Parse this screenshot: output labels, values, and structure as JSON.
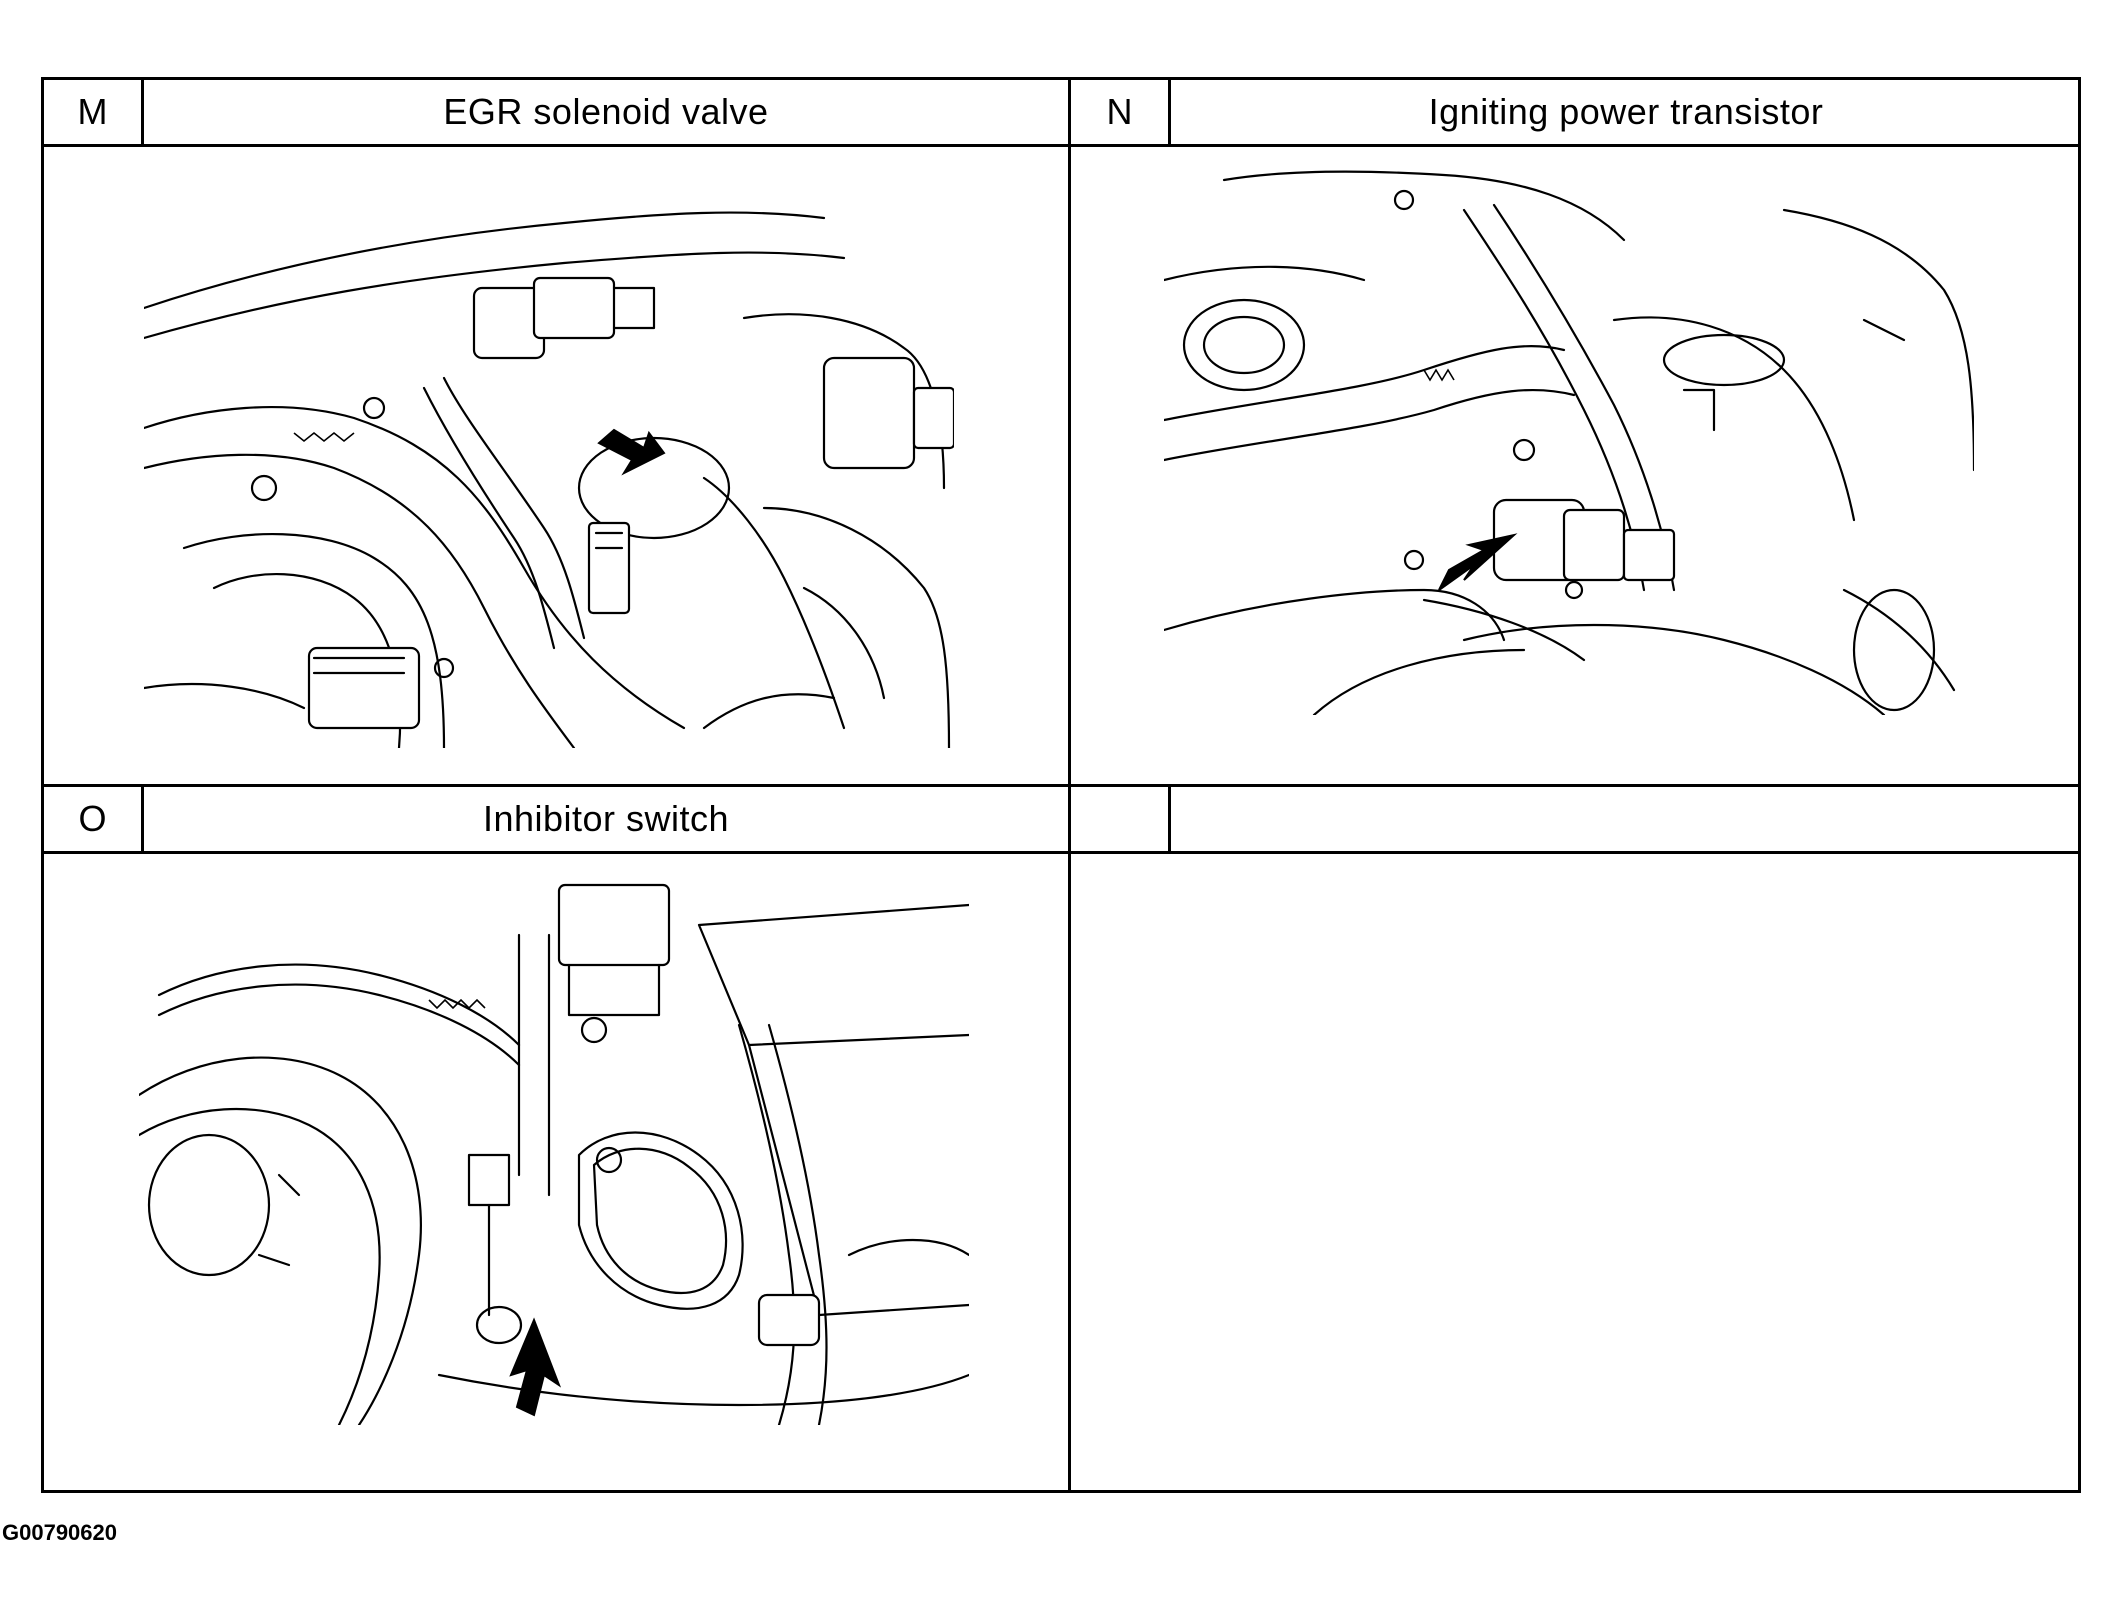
{
  "panels": [
    {
      "letter": "M",
      "title": "EGR solenoid valve"
    },
    {
      "letter": "N",
      "title": "Igniting power transistor"
    },
    {
      "letter": "O",
      "title": "Inhibitor switch"
    },
    {
      "letter": "",
      "title": ""
    }
  ],
  "figure_id": "G00790620"
}
